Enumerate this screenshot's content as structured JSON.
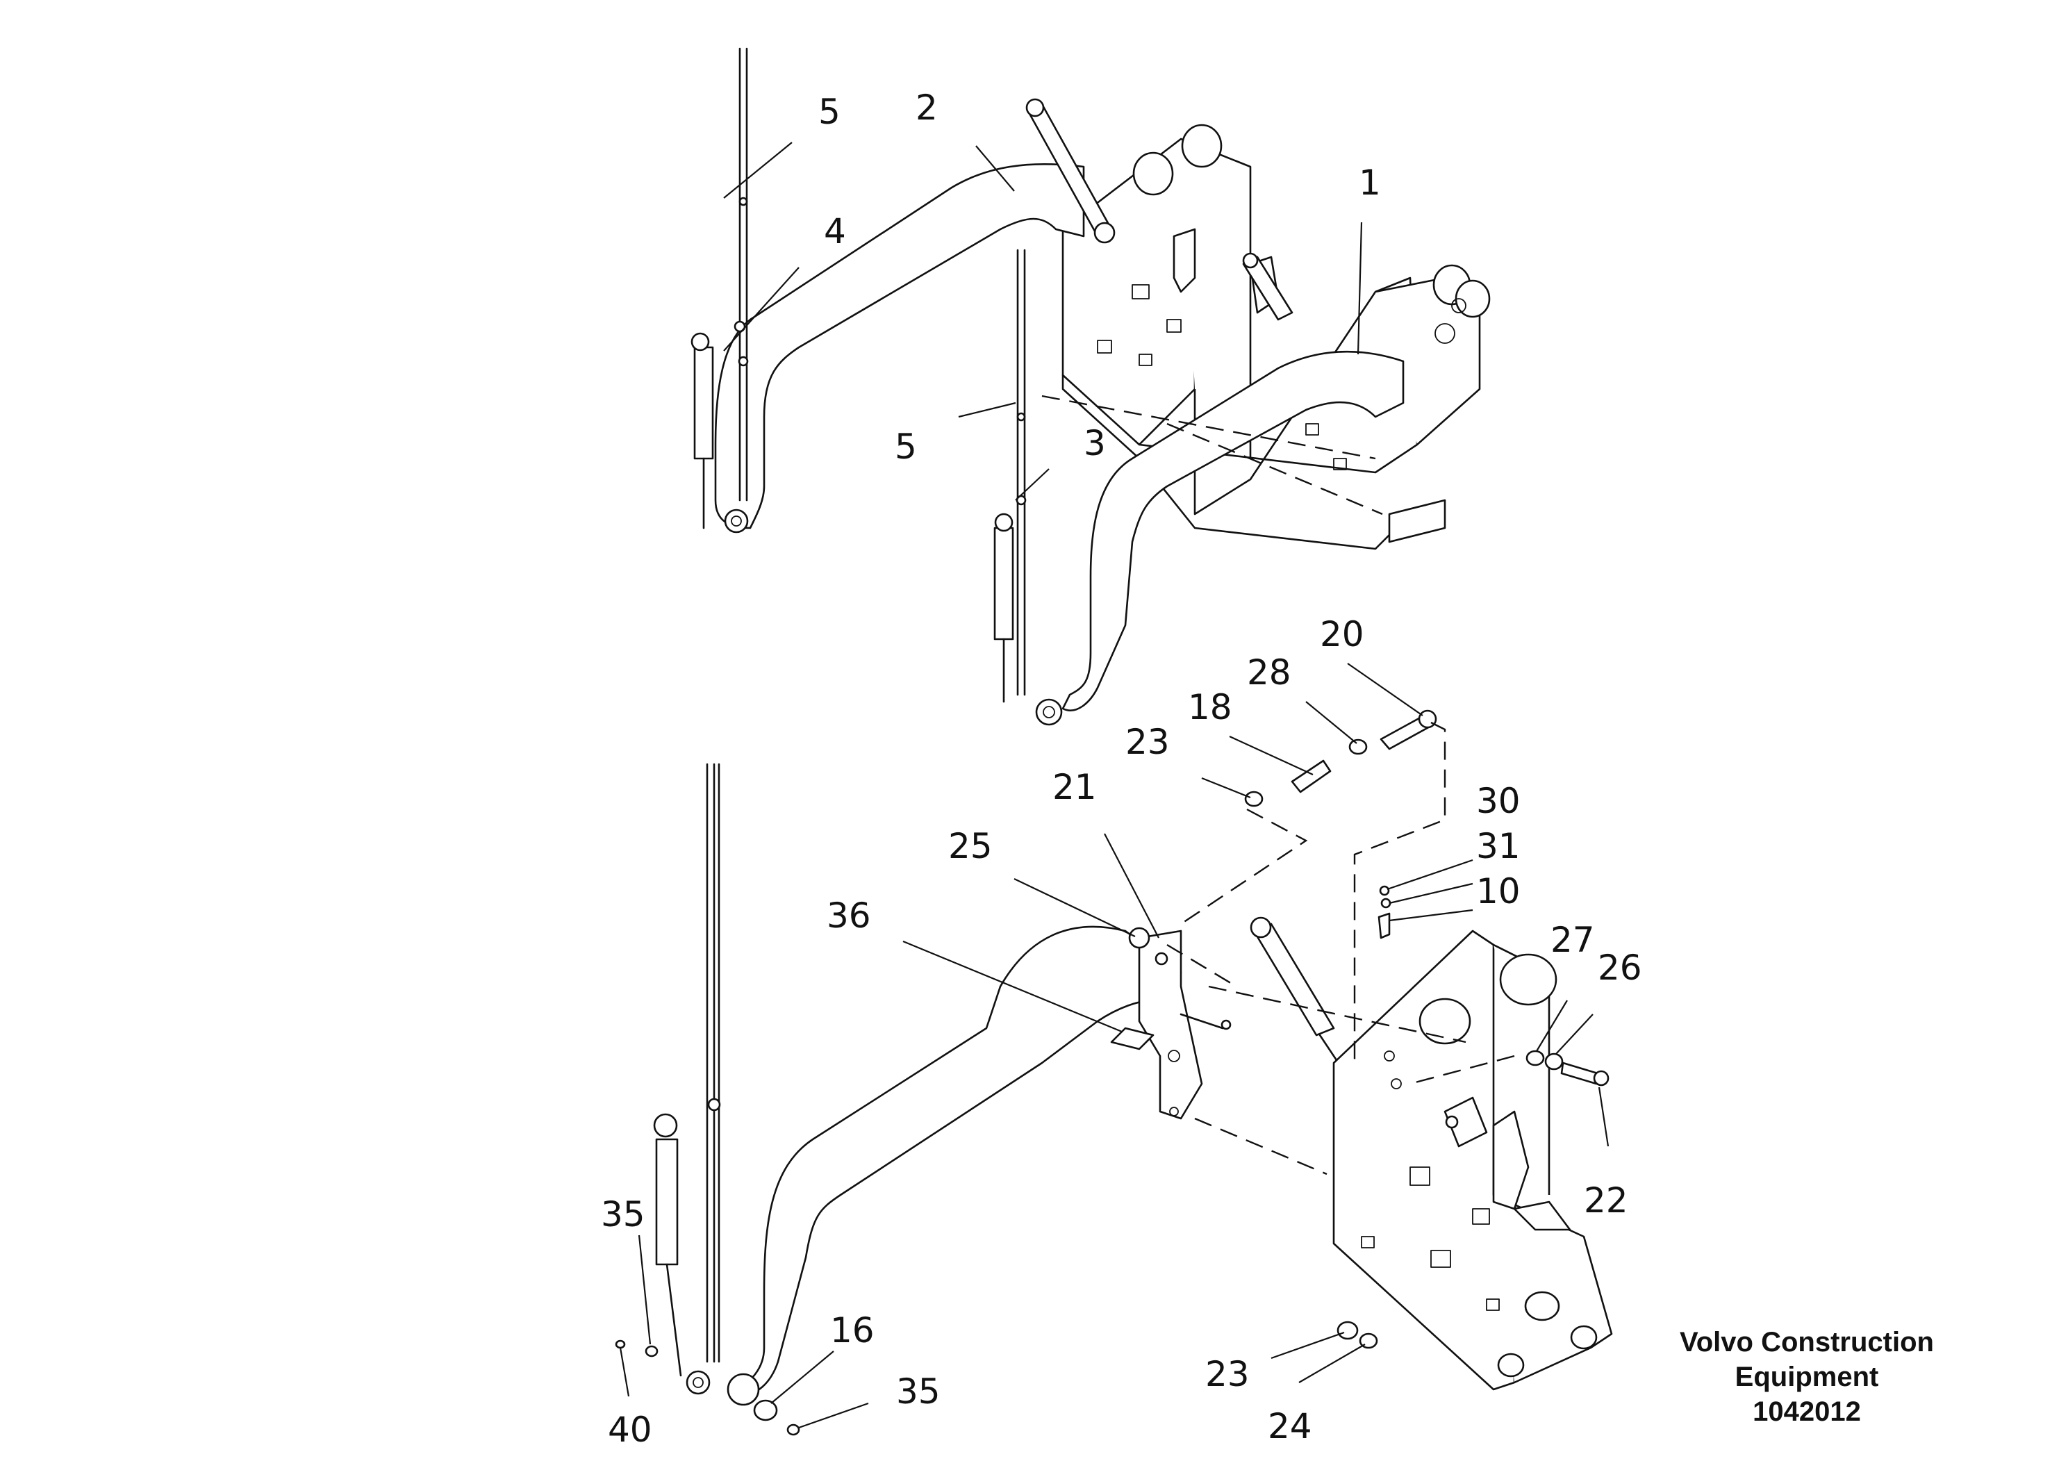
{
  "callouts": [
    {
      "id": "c5a",
      "text": "5"
    },
    {
      "id": "c2",
      "text": "2"
    },
    {
      "id": "c4",
      "text": "4"
    },
    {
      "id": "c1",
      "text": "1"
    },
    {
      "id": "c5b",
      "text": "5"
    },
    {
      "id": "c3",
      "text": "3"
    },
    {
      "id": "c20",
      "text": "20"
    },
    {
      "id": "c28",
      "text": "28"
    },
    {
      "id": "c18",
      "text": "18"
    },
    {
      "id": "c23a",
      "text": "23"
    },
    {
      "id": "c21",
      "text": "21"
    },
    {
      "id": "c30",
      "text": "30"
    },
    {
      "id": "c31",
      "text": "31"
    },
    {
      "id": "c10",
      "text": "10"
    },
    {
      "id": "c25",
      "text": "25"
    },
    {
      "id": "c36",
      "text": "36"
    },
    {
      "id": "c27",
      "text": "27"
    },
    {
      "id": "c26",
      "text": "26"
    },
    {
      "id": "c22",
      "text": "22"
    },
    {
      "id": "c35a",
      "text": "35"
    },
    {
      "id": "c16",
      "text": "16"
    },
    {
      "id": "c35b",
      "text": "35"
    },
    {
      "id": "c40",
      "text": "40"
    },
    {
      "id": "c23b",
      "text": "23"
    },
    {
      "id": "c24",
      "text": "24"
    }
  ],
  "caption": {
    "line1": "Volvo Construction",
    "line2": "Equipment",
    "line3": "1042012"
  }
}
